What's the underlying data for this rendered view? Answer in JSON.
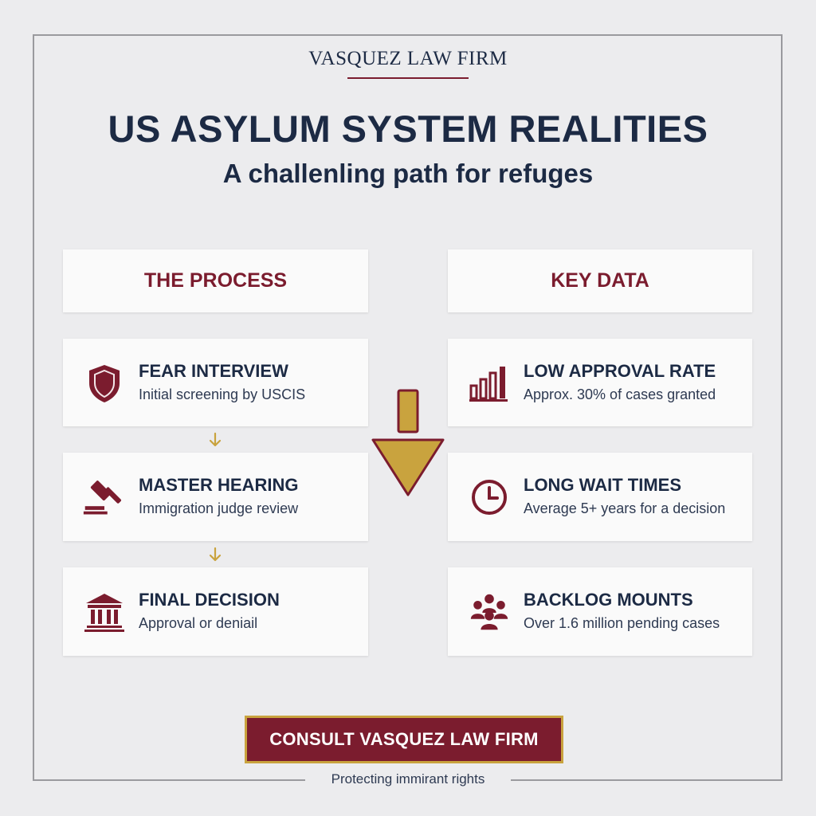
{
  "brand": {
    "name": "VASQUEZ LAW FIRM"
  },
  "header": {
    "title": "US ASYLUM SYSTEM REALITIES",
    "subtitle": "A challenling path for refuges"
  },
  "process": {
    "heading": "THE PROCESS",
    "steps": [
      {
        "icon": "shield-icon",
        "title": "FEAR INTERVIEW",
        "desc": "Initial screening by USCIS"
      },
      {
        "icon": "gavel-icon",
        "title": "MASTER HEARING",
        "desc": "Immigration judge review"
      },
      {
        "icon": "courthouse-icon",
        "title": "FINAL DECISION",
        "desc": "Approval or deniail"
      }
    ]
  },
  "key_data": {
    "heading": "KEY DATA",
    "items": [
      {
        "icon": "bar-chart-icon",
        "title": "LOW APPROVAL RATE",
        "desc": "Approx. 30% of cases granted"
      },
      {
        "icon": "clock-icon",
        "title": "LONG WAIT TIMES",
        "desc": "Average 5+ years for a decision"
      },
      {
        "icon": "people-group-icon",
        "title": "BACKLOG MOUNTS",
        "desc": "Over 1.6 million pending cases"
      }
    ]
  },
  "cta": {
    "label": "CONSULT VASQUEZ LAW FIRM"
  },
  "footer": {
    "tagline": "Protecting immirant rights"
  },
  "colors": {
    "navy": "#1c2a44",
    "maroon": "#7b1c2e",
    "gold": "#c9a33e",
    "background": "#ececee"
  }
}
